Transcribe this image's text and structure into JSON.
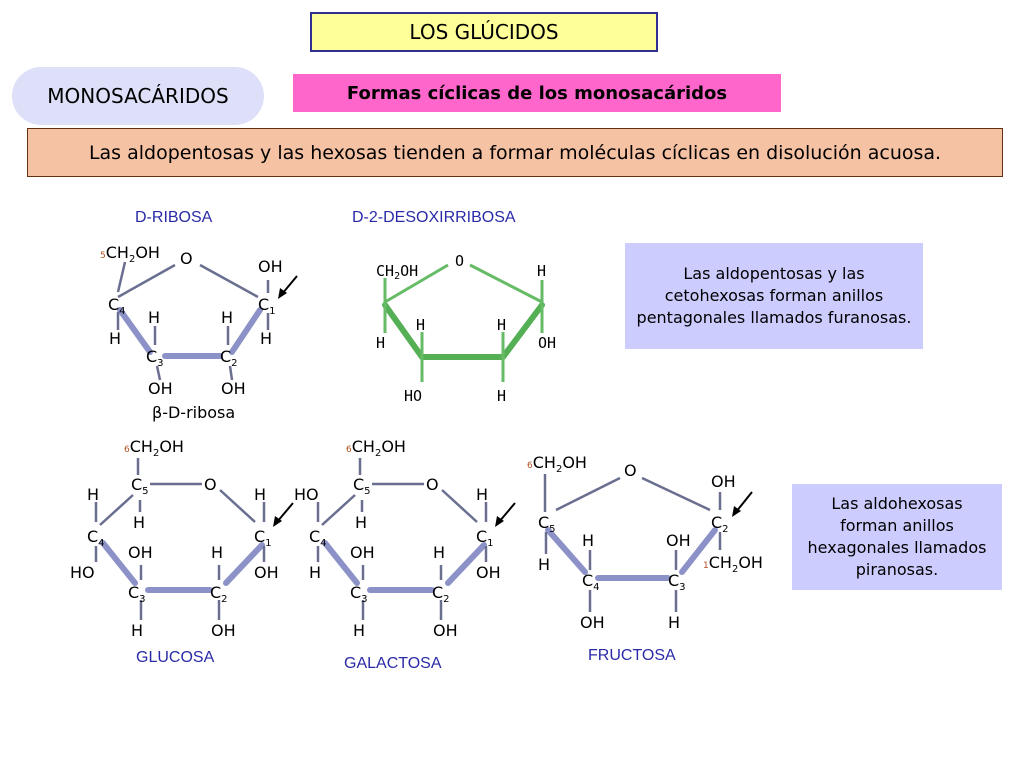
{
  "header": {
    "title": "LOS GLÚCIDOS",
    "section": "MONOSACÁRIDOS",
    "subtitle": "Formas cíclicas de los monosacáridos",
    "intro": "Las aldopentosas y las hexosas tienden a formar moléculas cíclicas en disolución acuosa."
  },
  "notes": {
    "furanose": "Las aldopentosas y las cetohexosas forman anillos pentagonales llamados furanosas.",
    "pyranose": "Las aldohexosas forman anillos hexagonales llamados piranosas."
  },
  "molecules": {
    "ribose": {
      "name": "D-RIBOSA",
      "caption": "β-D-ribosa"
    },
    "deoxyribose": {
      "name": "D-2-DESOXIRRIBOSA"
    },
    "glucose": {
      "name": "GLUCOSA"
    },
    "galactose": {
      "name": "GALACTOSA"
    },
    "fructose": {
      "name": "FRUCTOSA"
    }
  },
  "atoms": {
    "O": "O",
    "H": "H",
    "OH": "OH",
    "HO": "HO",
    "C": "C",
    "CH": "CH",
    "CH2OH": "CH2OH"
  },
  "colors": {
    "title_bg": "#ffff99",
    "subtitle_bg": "#ff66cc",
    "intro_bg": "#f6c2a4",
    "note_bg": "#ccccff",
    "deoxy_green": "#66bb66",
    "caption_blue": "#2a2aa8"
  }
}
